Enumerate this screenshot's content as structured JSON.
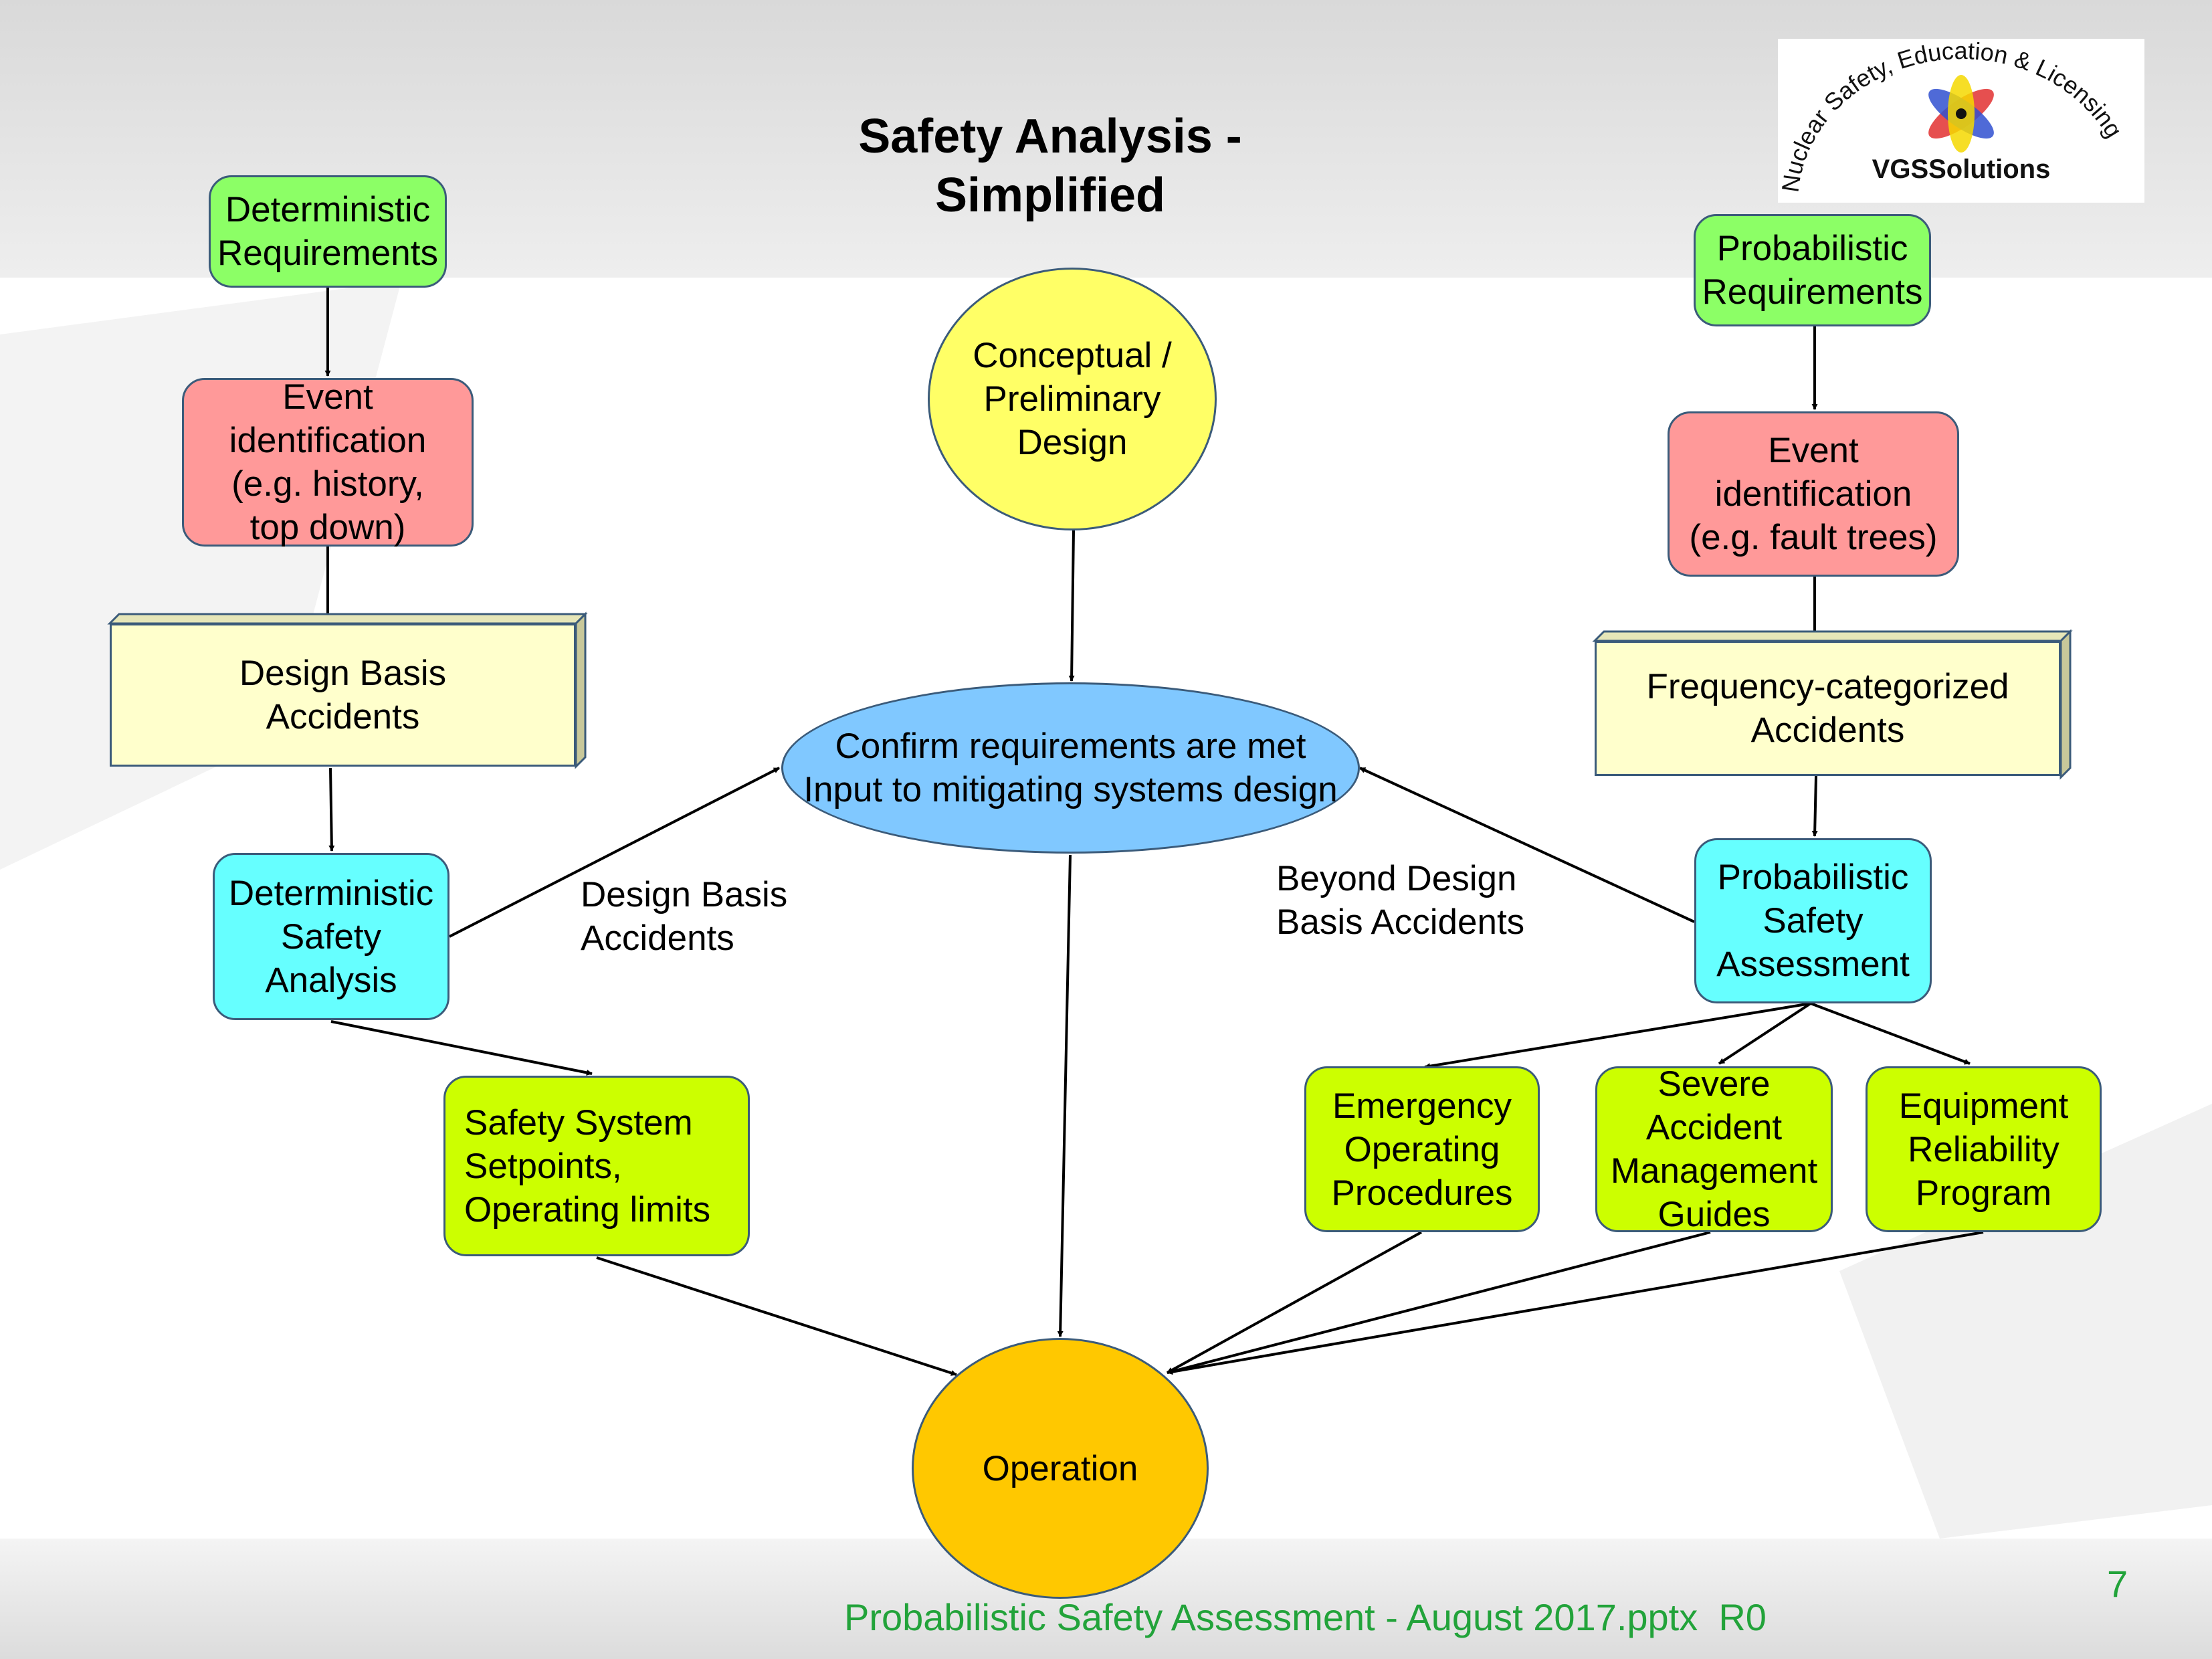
{
  "title": "Safety Analysis -\nSimplified",
  "logo": {
    "arc_text": "Nuclear Safety, Education & Licensing",
    "brand": "VGSSolutions"
  },
  "nodes": {
    "det_req": "Deterministic\nRequirements",
    "event_id_left": "Event\nidentification\n(e.g. history,\ntop down)",
    "dba_box": "Design Basis\nAccidents",
    "det_safety": "Deterministic\nSafety\nAnalysis",
    "setpoints": "Safety System\nSetpoints,\nOperating limits",
    "conceptual": "Conceptual /\nPreliminary\nDesign",
    "confirm": "Confirm requirements are met\nInput to mitigating systems design",
    "operation": "Operation",
    "prob_req": "Probabilistic\nRequirements",
    "event_id_right": "Event\nidentification\n(e.g. fault trees)",
    "freq_acc": "Frequency-categorized\nAccidents",
    "psa": "Probabilistic\nSafety\nAssessment",
    "eop": "Emergency\nOperating\nProcedures",
    "samg": "Severe\nAccident\nManagement\nGuides",
    "erp": "Equipment\nReliability\nProgram"
  },
  "edge_labels": {
    "dba": "Design Basis\nAccidents",
    "bdba": "Beyond Design\nBasis Accidents"
  },
  "footer": "Probabilistic Safety Assessment - August 2017.pptx  R0",
  "page_number": "7",
  "colors": {
    "requirements": "#8cff66",
    "event_identification": "#ff9999",
    "analysis": "#66ffff",
    "outputs": "#ccff00",
    "accidents": "#ffffcc",
    "conceptual": "#ffff66",
    "confirm": "#80c8ff",
    "operation": "#ffc800",
    "footer_text": "#22a33a"
  }
}
